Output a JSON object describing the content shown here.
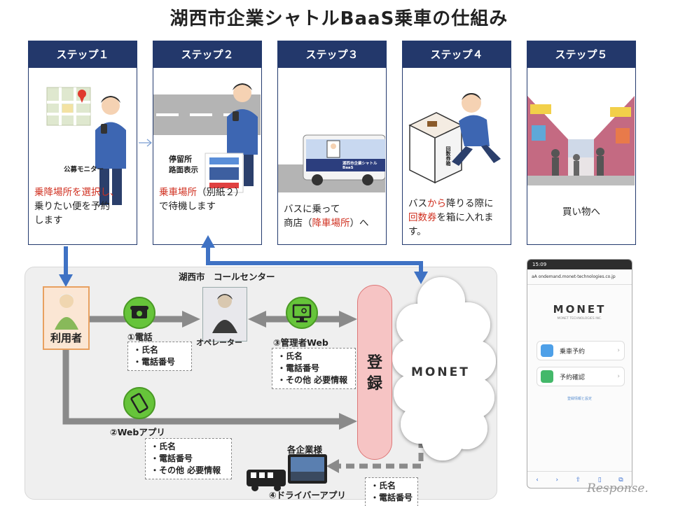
{
  "title": "湖西市企業シャトルBaaS乗車の仕組み",
  "steps": [
    {
      "head": "ステップ１",
      "label": "公募モニター",
      "line1": "乗降場所を選択し、",
      "line2": "乗りたい便を予約",
      "line3": "します"
    },
    {
      "head": "ステップ２",
      "stop_label": "停留所",
      "road_label": "路面表示",
      "line1_red": "乗車場所",
      "line1_rest": "（別紙２）",
      "line2": "で待機します"
    },
    {
      "head": "ステップ３",
      "bus_label": "湖西市企業シャトルBaaS",
      "line1": "バスに乗って",
      "line2_pre": "商店（",
      "line2_red": "降車場所",
      "line2_post": "）へ"
    },
    {
      "head": "ステップ４",
      "box_label": "回数券箱",
      "line1_pre": "バス",
      "line1_red": "から",
      "line1_post": "降りる際に",
      "line2_red": "回数券",
      "line2_post": "を箱に入れま",
      "line3": "す。"
    },
    {
      "head": "ステップ５",
      "line1": "買い物へ"
    }
  ],
  "center": {
    "title": "湖西市　コールセンター",
    "user_label": "利用者",
    "operator_label": "オペレーター",
    "register_label": "登\n録",
    "cloud_brand": "MONET",
    "phone_call": {
      "label": "①電話",
      "fields": [
        "・氏名",
        "・電話番号"
      ]
    },
    "admin_web": {
      "label": "③管理者Web",
      "fields": [
        "・氏名",
        "・電話番号",
        "・その他 必要情報"
      ]
    },
    "web_app": {
      "label": "②Webアプリ",
      "fields": [
        "・氏名",
        "・電話番号",
        "・その他 必要情報"
      ]
    },
    "corp_label": "各企業様",
    "driver_label": "④ドライバーアプリ",
    "driver_fields": [
      "・氏名",
      "・電話番号"
    ]
  },
  "phone": {
    "time": "15:09",
    "url": "aA  ondemand.monet-technologies.co.jp",
    "brand": "MONET",
    "tagline": "MONET TECHNOLOGIES INC.",
    "buttons": [
      {
        "label": "乗車予約",
        "color": "#4ea0e8"
      },
      {
        "label": "予約確認",
        "color": "#44b86a"
      }
    ],
    "link": "登録情報と設定"
  },
  "watermark": "Response.",
  "colors": {
    "accent": "#23386b",
    "arrow_blue": "#3f72c4",
    "arrow_gray": "#888888",
    "green": "#66c43a"
  }
}
